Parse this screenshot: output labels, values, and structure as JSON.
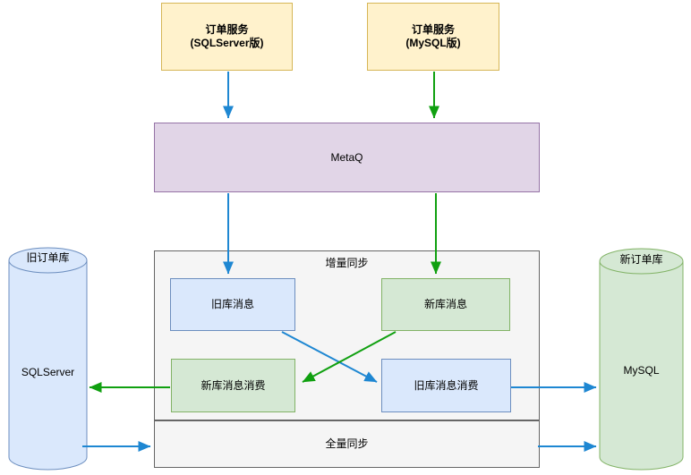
{
  "services": {
    "sqlserver": {
      "line1": "订单服务",
      "line2": "(SQLServer版)"
    },
    "mysql": {
      "line1": "订单服务",
      "line2": "(MySQL版)"
    }
  },
  "queue": {
    "label": "MetaQ"
  },
  "incremental_sync": {
    "title": "增量同步",
    "old_db_message": "旧库消息",
    "new_db_message": "新库消息",
    "new_db_message_consumer": "新库消息消费",
    "old_db_message_consumer": "旧库消息消费"
  },
  "full_sync": {
    "title": "全量同步"
  },
  "databases": {
    "old": {
      "name": "旧订单库",
      "engine": "SQLServer"
    },
    "new": {
      "name": "新订单库",
      "engine": "MySQL"
    }
  },
  "colors": {
    "service_fill": "#FFF2CC",
    "service_border": "#D6B656",
    "queue_fill": "#E1D5E7",
    "queue_border": "#9673A6",
    "blue_fill": "#DAE8FC",
    "blue_border": "#6C8EBF",
    "green_fill": "#D5E8D4",
    "green_border": "#82B366",
    "container_fill": "#F5F5F5",
    "container_border": "#666666",
    "arrow_blue": "#1E87D2",
    "arrow_green": "#10A010"
  }
}
